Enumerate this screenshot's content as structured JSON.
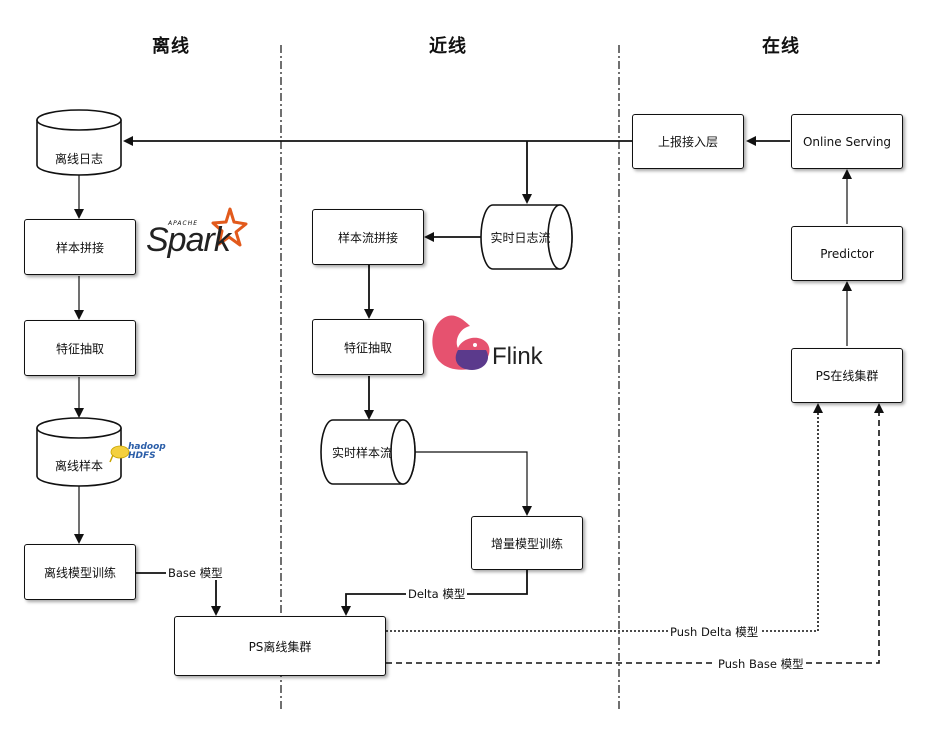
{
  "zones": {
    "offline": "离线",
    "nearline": "近线",
    "online": "在线"
  },
  "nodes": {
    "offline_log": "离线日志",
    "sample_join": "样本拼接",
    "feature_extract_offline": "特征抽取",
    "offline_samples": "离线样本",
    "offline_training": "离线模型训练",
    "ps_offline_cluster": "PS离线集群",
    "realtime_log_stream": "实时日志流",
    "sample_stream_join": "样本流拼接",
    "feature_extract_nearline": "特征抽取",
    "realtime_sample_stream": "实时样本流",
    "incremental_training": "增量模型训练",
    "report_access_layer": "上报接入层",
    "online_serving": "Online Serving",
    "predictor": "Predictor",
    "ps_online_cluster": "PS在线集群"
  },
  "edges": {
    "base_model": "Base 模型",
    "delta_model": "Delta 模型",
    "push_delta": "Push Delta 模型",
    "push_base": "Push Base 模型"
  },
  "logos": {
    "spark_small": "APACHE",
    "spark": "Spark",
    "flink": "Flink",
    "hadoop": "hadoop",
    "hdfs": "HDFS"
  },
  "colors": {
    "line": "#111111",
    "spark_star": "#e25a1c",
    "flink_pink": "#e6526f",
    "flink_purple": "#5b3a8c",
    "hadoop_yellow": "#f4d03f",
    "hadoop_blue": "#2a5da8"
  }
}
